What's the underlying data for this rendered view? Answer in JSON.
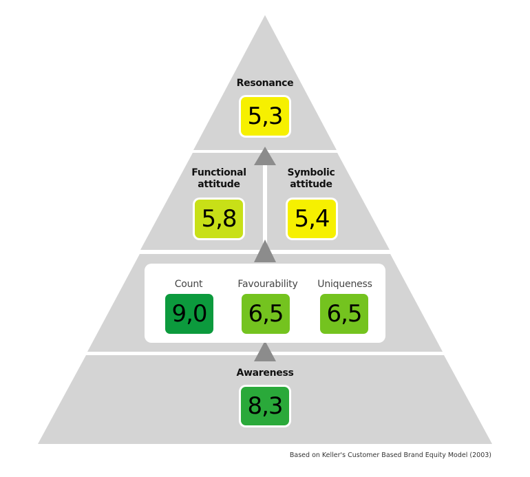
{
  "levels": {
    "resonance": {
      "label": "Resonance",
      "value": "5,3",
      "color": "#f6f000"
    },
    "functional": {
      "label": "Functional attitude",
      "value": "5,8",
      "color": "#c8e017"
    },
    "symbolic": {
      "label": "Symbolic attitude",
      "value": "5,4",
      "color": "#f6f000"
    },
    "count": {
      "label": "Count",
      "value": "9,0",
      "color": "#0c9a3d"
    },
    "favourability": {
      "label": "Favourability",
      "value": "6,5",
      "color": "#74c31f"
    },
    "uniqueness": {
      "label": "Uniqueness",
      "value": "6,5",
      "color": "#74c31f"
    },
    "awareness": {
      "label": "Awareness",
      "value": "8,3",
      "color": "#2aa93a"
    }
  },
  "footnote": "Based on Keller's Customer Based Brand Equity Model (2003)",
  "colors": {
    "pyramid": "#d4d4d4",
    "arrow": "#8c8c8c"
  }
}
